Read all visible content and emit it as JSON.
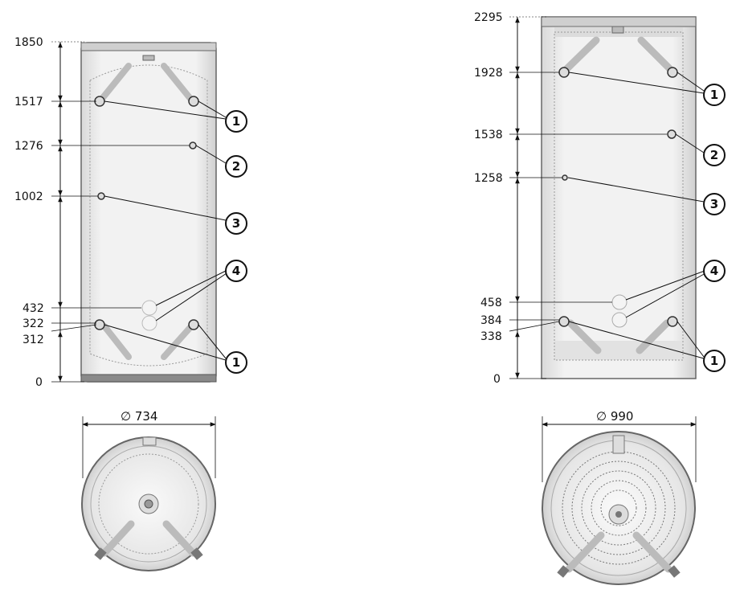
{
  "left_tank": {
    "height_labels": [
      "1850",
      "1517",
      "1276",
      "1002",
      "432",
      "322",
      "312",
      "0"
    ],
    "callouts": [
      "1",
      "2",
      "3",
      "4",
      "1"
    ],
    "diameter_label": "∅ 734"
  },
  "right_tank": {
    "height_labels": [
      "2295",
      "1928",
      "1538",
      "1258",
      "458",
      "384",
      "338",
      "0"
    ],
    "callouts": [
      "1",
      "2",
      "3",
      "4",
      "1"
    ],
    "diameter_label": "∅ 990"
  },
  "colors": {
    "tank_fill": "#efefef",
    "tank_outline": "#666666",
    "line": "#111111"
  }
}
